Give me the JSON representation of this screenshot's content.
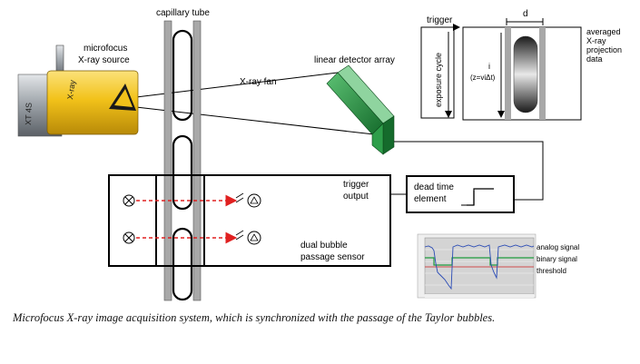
{
  "labels": {
    "capillary_tube": "capillary tube",
    "source_line1": "microfocus",
    "source_line2": "X-ray source",
    "xray_fan": "X-ray fan",
    "detector": "linear detector array",
    "trigger_top": "trigger",
    "d_label": "d",
    "exposure_cycle": "exposure cycle",
    "axis_i": "i",
    "axis_eq": "(z=viΔt)",
    "projection_line1": "averaged",
    "projection_line2": "X-ray",
    "projection_line3": "projection",
    "projection_line4": "data",
    "trigger_output_line1": "trigger",
    "trigger_output_line2": "output",
    "dead_time_line1": "dead time",
    "dead_time_line2": "element",
    "sensor_line1": "dual bubble",
    "sensor_line2": "passage sensor",
    "source_brand": "X-ray",
    "source_model": "XT 4S"
  },
  "signal_plot": {
    "legend": [
      "analog signal",
      "binary signal",
      "threshold"
    ],
    "colors": {
      "analog": "#2a4bb5",
      "binary": "#1e9a3c",
      "threshold": "#d02020"
    }
  },
  "caption": "Microfocus X-ray image acquisition system, which is synchronized with the passage of the Taylor bubbles.",
  "colors": {
    "housing_yellow": "#f2c21a",
    "housing_metal": "#9aa0a6",
    "detector_green": "#2e9e4a",
    "tube_gray": "#a8a8a8",
    "laser_red": "#e02020"
  }
}
